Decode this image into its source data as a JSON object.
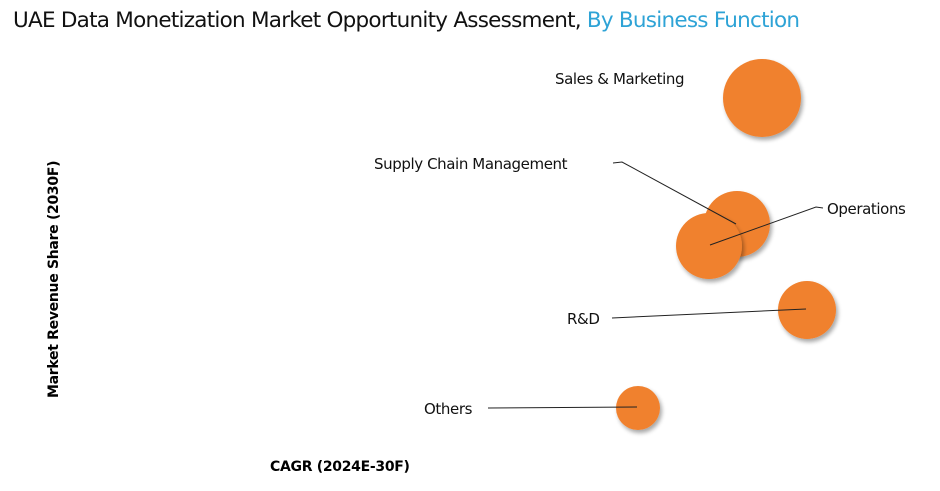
{
  "title": {
    "main": "UAE Data Monetization Market Opportunity Assessment,",
    "sub": "By Business Function",
    "sub_color": "#2EA3D6"
  },
  "chart_data": {
    "type": "bubble",
    "title": "UAE Data Monetization Market Opportunity Assessment, By Business Function",
    "xlabel": "CAGR (2024E-30F)",
    "ylabel": "Market Revenue Share (2030F)",
    "grid": false,
    "legend": "none (direct labels with leader lines)",
    "bubble_color": "#F0812E",
    "series": [
      {
        "name": "Sales & Marketing",
        "x": 762,
        "y": 98,
        "r": 39
      },
      {
        "name": "Supply Chain Management",
        "x": 737,
        "y": 224,
        "r": 33
      },
      {
        "name": "Operations",
        "x": 709,
        "y": 246,
        "r": 33
      },
      {
        "name": "R&D",
        "x": 807,
        "y": 310,
        "r": 29
      },
      {
        "name": "Others",
        "x": 638,
        "y": 408,
        "r": 22
      }
    ],
    "note": "Axes have no tick values; positions given in pixel coordinates (relative ordering only)."
  },
  "labels": {
    "sales": "Sales & Marketing",
    "scm": "Supply Chain Management",
    "ops": "Operations",
    "rd": "R&D",
    "others": "Others"
  },
  "axes": {
    "x": "CAGR (2024E-30F)",
    "y": "Market Revenue Share (2030F)"
  }
}
